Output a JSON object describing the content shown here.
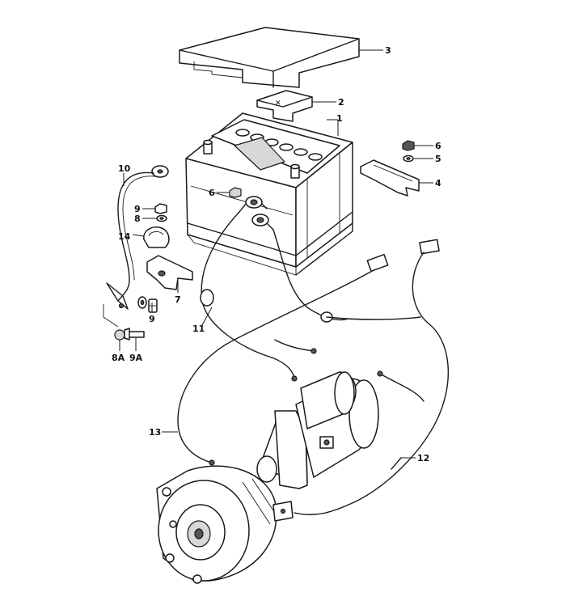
{
  "callouts": {
    "battery": "1",
    "battery_strap": "2",
    "battery_cover": "3",
    "hold_down_bracket": "4",
    "washer_5": "5",
    "nut_6_right": "6",
    "nut_6_terminal": "6",
    "terminal_clamp": "7",
    "washer_8": "8",
    "washer_8a": "8A",
    "nut_9_upper": "9",
    "nut_9_lower": "9",
    "bolt_9a": "9A",
    "ground_strap": "10",
    "battery_cable": "11",
    "wiring_harness": "12",
    "alternator_lead": "13",
    "cable_clip": "14"
  }
}
